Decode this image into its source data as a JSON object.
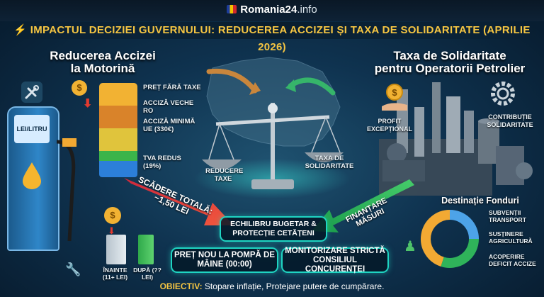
{
  "brand": {
    "name": "Romania24",
    "domain": ".info"
  },
  "headline": "⚡ IMPACTUL DECIZIEI GUVERNULUI: REDUCEREA ACCIZEI ȘI TAXA DE SOLIDARITATE (APRILIE 2026)",
  "left": {
    "title_line1": "Reducerea Accizei",
    "title_line2": "la Motorină",
    "pump_label": "LEI/LITRU",
    "stack": [
      {
        "label": "PREȚ FĂRĂ TAXE",
        "color": "#f2b233"
      },
      {
        "label": "ACCIZĂ VECHE RO",
        "color": "#d9832a"
      },
      {
        "label": "ACCIZĂ MINIMĂ UE (330€)",
        "color": "#e0c43c"
      },
      {
        "label": "TVA REDUS (19%)",
        "color": "#2c7fd9"
      }
    ],
    "reduction_arrow": "SCĂDERE TOTALĂ: ~1,50 LEI",
    "before_label": "ÎNAINTE (11+ LEI)",
    "after_label": "DUPĂ (?? LEI)"
  },
  "center": {
    "pan_left": "REDUCERE TAXE",
    "pan_right": "TAXA DE SOLIDARITATE",
    "balance_label": "ECHILIBRU BUGETAR & PROTECȚIE CETĂȚENI",
    "new_price": "PREȚ NOU LA POMPĂ DE MÂINE (00:00)",
    "monitoring": "MONITORIZARE STRICTĂ CONSILIUL CONCURENȚEI"
  },
  "right": {
    "title_line1": "Taxa de Solidaritate",
    "title_line2": "pentru Operatorii Petrolier",
    "profit_label": "PROFIT EXCEPȚIONAL",
    "contribution_label": "CONTRIBUȚIE SOLIDARITATE",
    "funding_arrow": "FINANȚARE MĂSURI",
    "funds_title": "Destinație Fonduri",
    "funds": [
      {
        "label": "SUBVENȚII TRANSPORT",
        "share": 0.25,
        "color": "#4da3e8"
      },
      {
        "label": "SUSȚINERE AGRICULTURĂ",
        "share": 0.3,
        "color": "#2fb35a"
      },
      {
        "label": "ACOPERIRE DEFICIT ACCIZE",
        "share": 0.45,
        "color": "#f2a933"
      }
    ]
  },
  "objective": {
    "key": "OBIECTIV:",
    "text": " Stopare inflație, Protejare putere de cumpărare."
  }
}
